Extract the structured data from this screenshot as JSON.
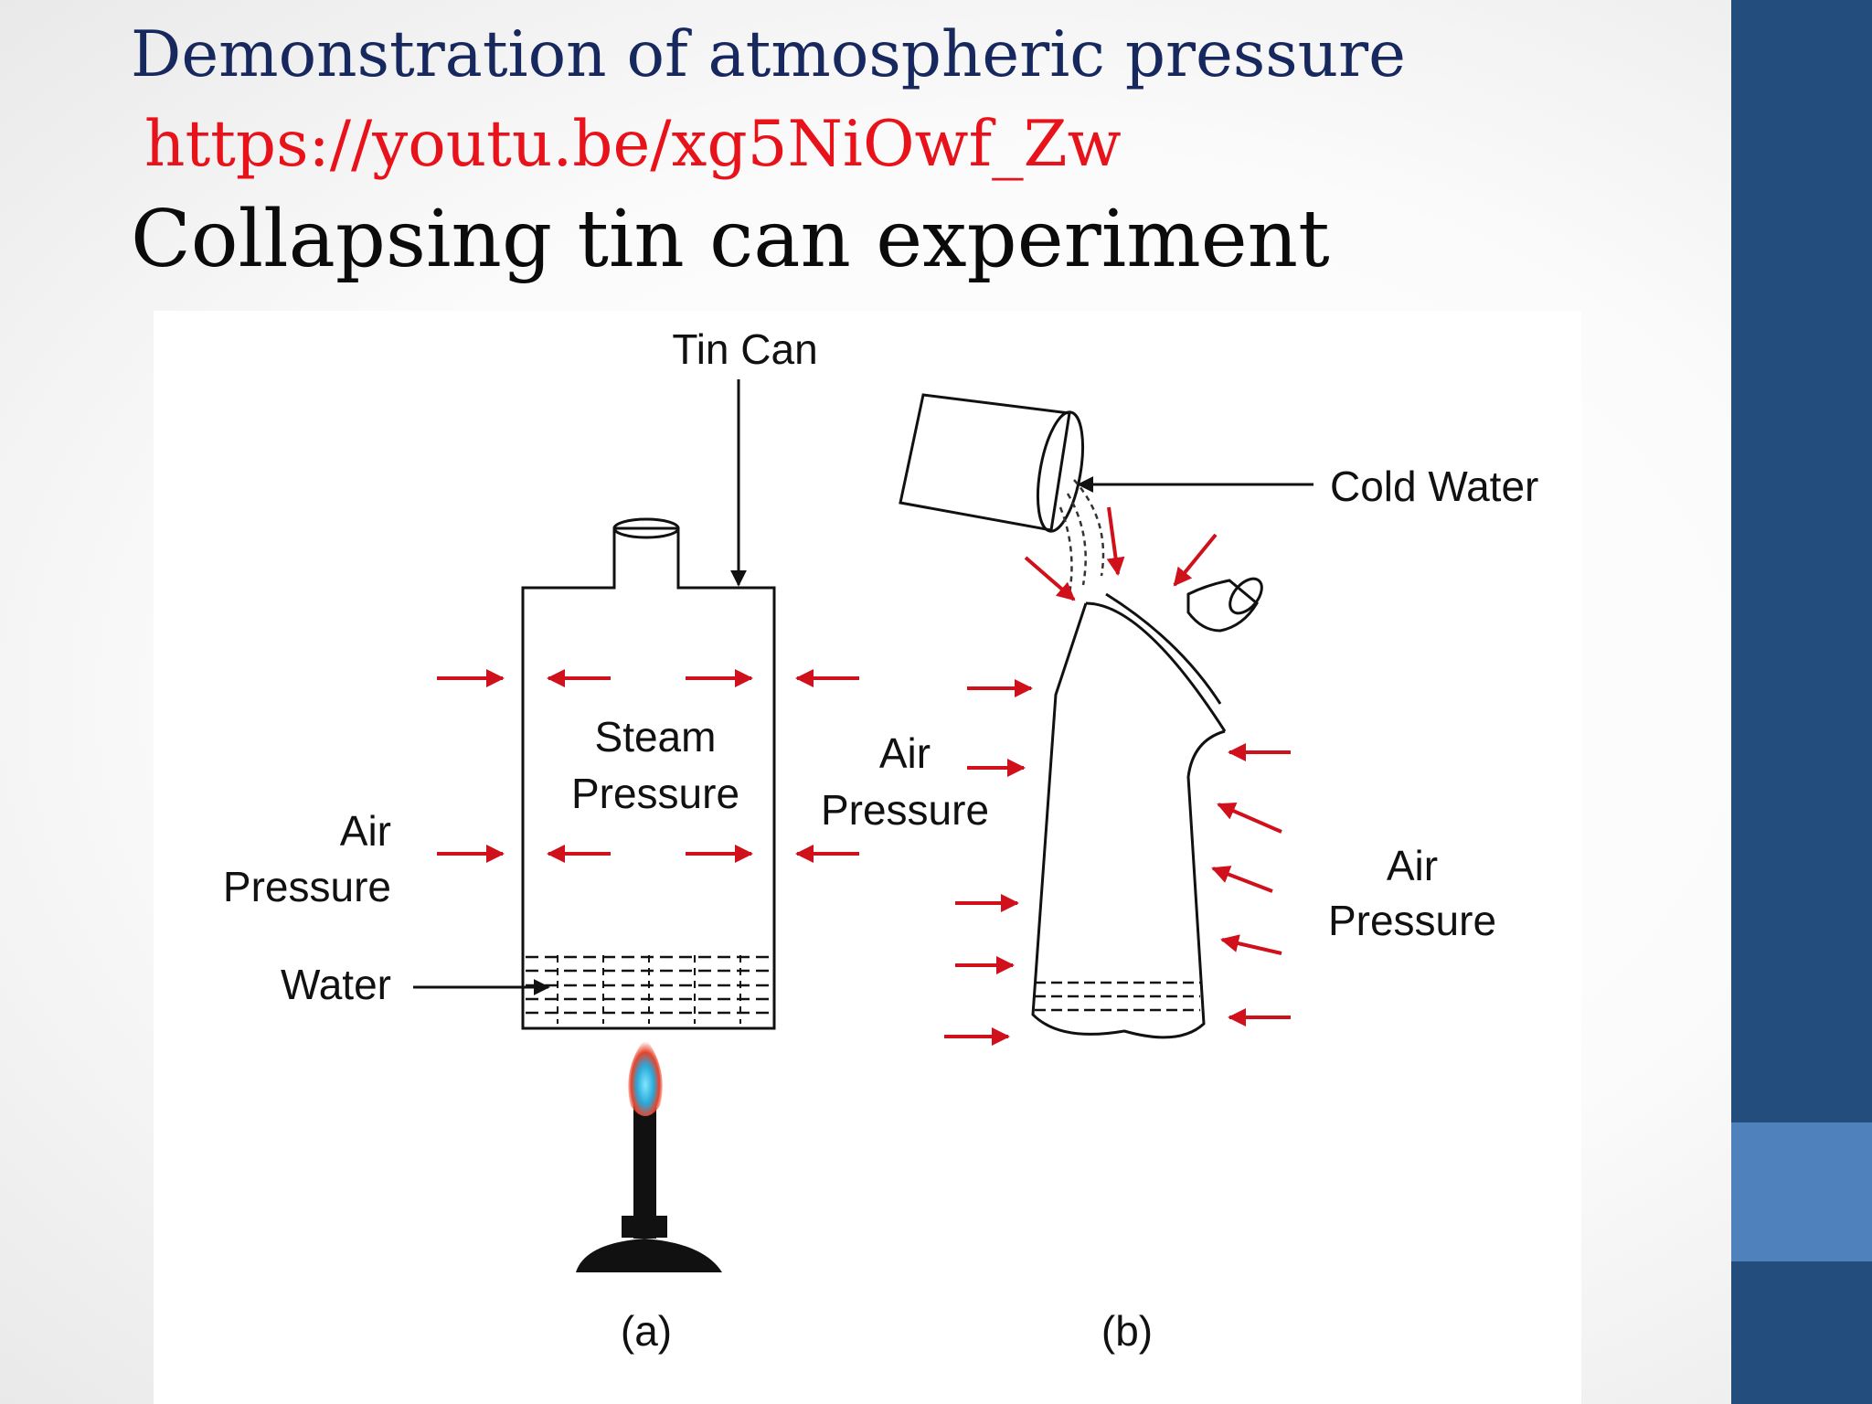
{
  "slide": {
    "title": "Demonstration of atmospheric pressure",
    "link": "https://youtu.be/xg5NiOwf_Zw",
    "subtitle": "Collapsing tin can experiment"
  },
  "diagram": {
    "labels": {
      "tin_can": "Tin Can",
      "steam_pressure_1": "Steam",
      "steam_pressure_2": "Pressure",
      "air_pressure_a_1": "Air",
      "air_pressure_a_2": "Pressure",
      "water": "Water",
      "air_pressure_mid_1": "Air",
      "air_pressure_mid_2": "Pressure",
      "cold_water": "Cold Water",
      "air_pressure_b_1": "Air",
      "air_pressure_b_2": "Pressure",
      "panel_a": "(a)",
      "panel_b": "(b)"
    },
    "colors": {
      "arrow": "#d0101b",
      "line": "#111111",
      "title": "#17285e",
      "link": "#e8121b"
    }
  }
}
